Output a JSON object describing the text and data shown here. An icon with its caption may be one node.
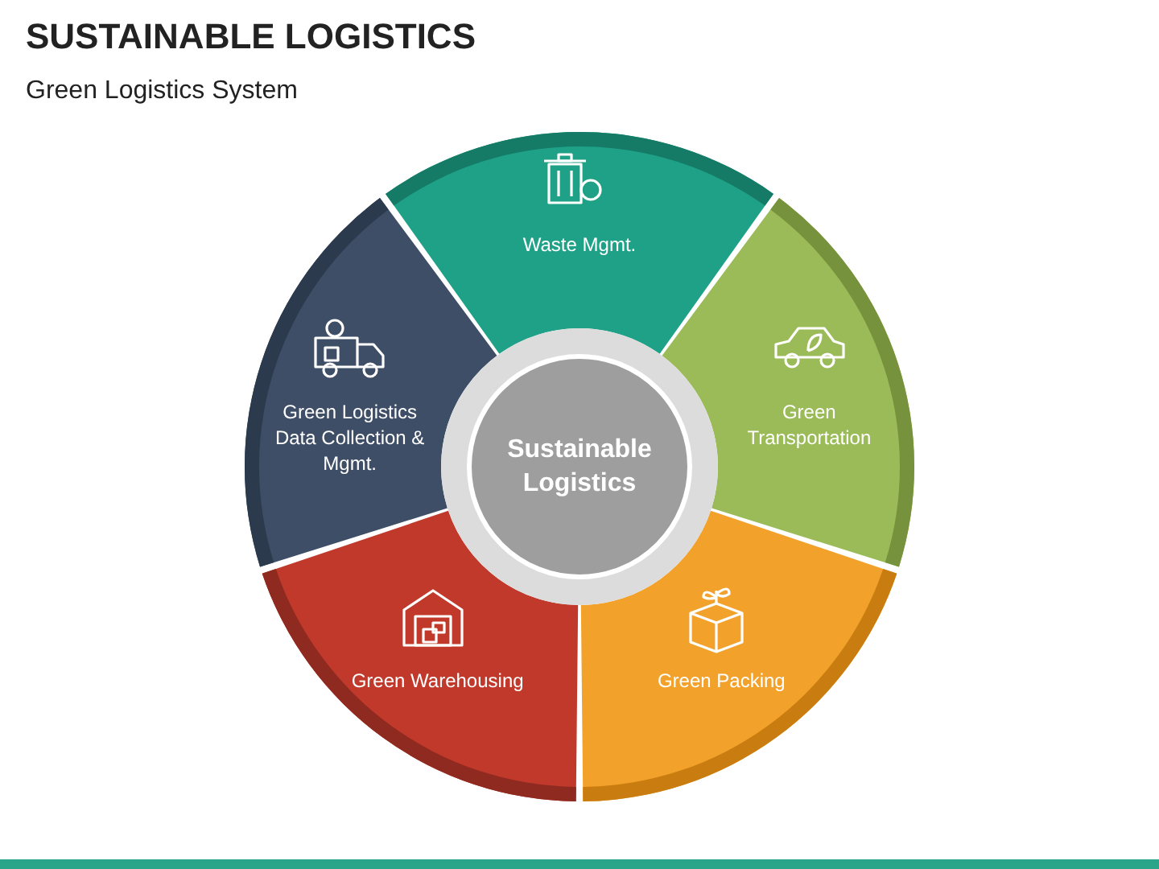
{
  "diagram": {
    "title": "SUSTAINABLE LOGISTICS",
    "nodes": [
      {
        "text": [
          "Sustainable Logistics"
        ]
      },
      {
        "text": [
          "Waste Mgmt."
        ]
      },
      {
        "text": [
          "Green Transportation"
        ]
      },
      {
        "text": [
          "Green Packing"
        ]
      },
      {
        "text": [
          "Green Warehousing"
        ]
      },
      {
        "text": [
          "Green Logistics Data Collection & Mgmt."
        ]
      }
    ],
    "edges": [],
    "labels": [
      "Green Logistics System"
    ]
  }
}
